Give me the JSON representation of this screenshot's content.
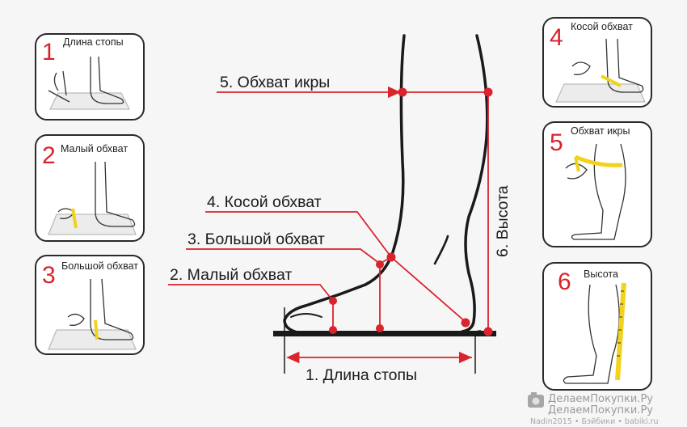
{
  "colors": {
    "accent": "#d9232d",
    "ink": "#1a1a1a",
    "tape": "#f2d21b",
    "panel_border": "#2a2a2a"
  },
  "main_labels": [
    {
      "id": "calf",
      "text": "5. Обхват икры"
    },
    {
      "id": "oblique",
      "text": "4. Косой обхват"
    },
    {
      "id": "big",
      "text": "3. Большой обхват"
    },
    {
      "id": "small",
      "text": "2. Малый обхват"
    },
    {
      "id": "length",
      "text": "1. Длина стопы"
    },
    {
      "id": "height",
      "text": "6. Высота"
    }
  ],
  "panels": [
    {
      "number": "1",
      "title": "Длина стопы",
      "icon": "foot-length-measure-icon"
    },
    {
      "number": "2",
      "title": "Малый обхват",
      "icon": "small-girth-measure-icon"
    },
    {
      "number": "3",
      "title": "Большой обхват",
      "icon": "big-girth-measure-icon"
    },
    {
      "number": "4",
      "title": "Косой обхват",
      "icon": "oblique-girth-measure-icon"
    },
    {
      "number": "5",
      "title": "Обхват икры",
      "icon": "calf-girth-measure-icon"
    },
    {
      "number": "6",
      "title": "Высота",
      "icon": "height-measure-icon"
    }
  ],
  "watermark": {
    "line1": "ДелаемПокупки.Ру",
    "line2": "ДелаемПокупки.Ру",
    "line3": "Nadin2015 • Бэйбики • babiki.ru",
    "icon": "camera-icon"
  }
}
